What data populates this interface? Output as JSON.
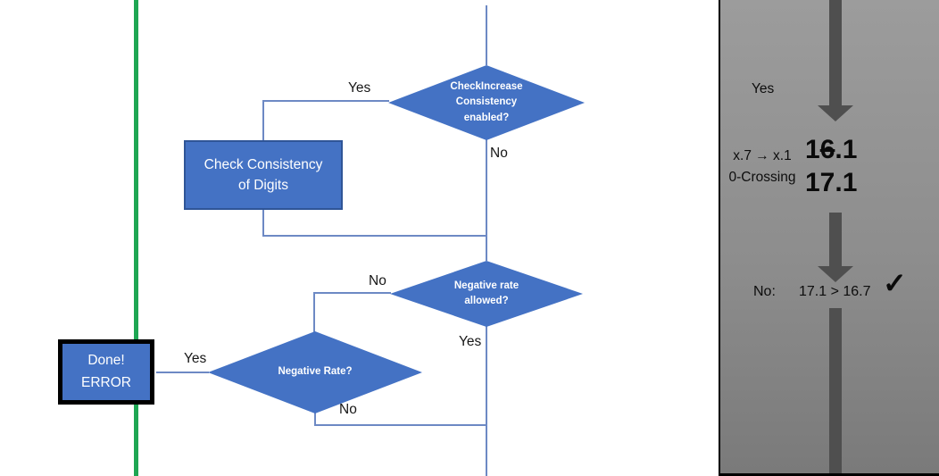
{
  "colors": {
    "shape_fill": "#4472c4",
    "shape_border": "#2f5597",
    "connector": "#6d89c4",
    "guide_green": "#1ea653",
    "panel_gradient_top": "#9c9c9c",
    "panel_gradient_bottom": "#7a7a7a",
    "panel_arrow": "#4f4f4f",
    "done_border": "#000000",
    "shape_text": "#ffffff",
    "label_text": "#171717"
  },
  "flowchart": {
    "decision_check_increase": {
      "lines": [
        "CheckIncrease",
        "Consistency",
        "enabled?"
      ]
    },
    "process_check_consistency": {
      "lines": [
        "Check Consistency",
        "of Digits"
      ]
    },
    "decision_negative_rate_allowed": {
      "lines": [
        "Negative rate",
        "allowed?"
      ]
    },
    "decision_negative_rate": {
      "lines": [
        "Negative Rate?"
      ]
    },
    "terminator_done": {
      "lines": [
        "Done!",
        "ERROR"
      ]
    },
    "branch_labels": {
      "check_increase_yes": "Yes",
      "check_increase_no": "No",
      "rate_allowed_no": "No",
      "rate_allowed_yes": "Yes",
      "negative_rate_yes": "Yes",
      "negative_rate_no": "No"
    }
  },
  "panel": {
    "yes_label": "Yes",
    "mapping": {
      "line1": "x.7 → x.1",
      "line2": "0-Crossing"
    },
    "old_value": {
      "prefix": "1",
      "struck": "6",
      "suffix": ".1"
    },
    "new_value": "17.1",
    "result": {
      "label": "No:",
      "comparison": "17.1 > 16.7",
      "checkmark": "✓"
    }
  }
}
